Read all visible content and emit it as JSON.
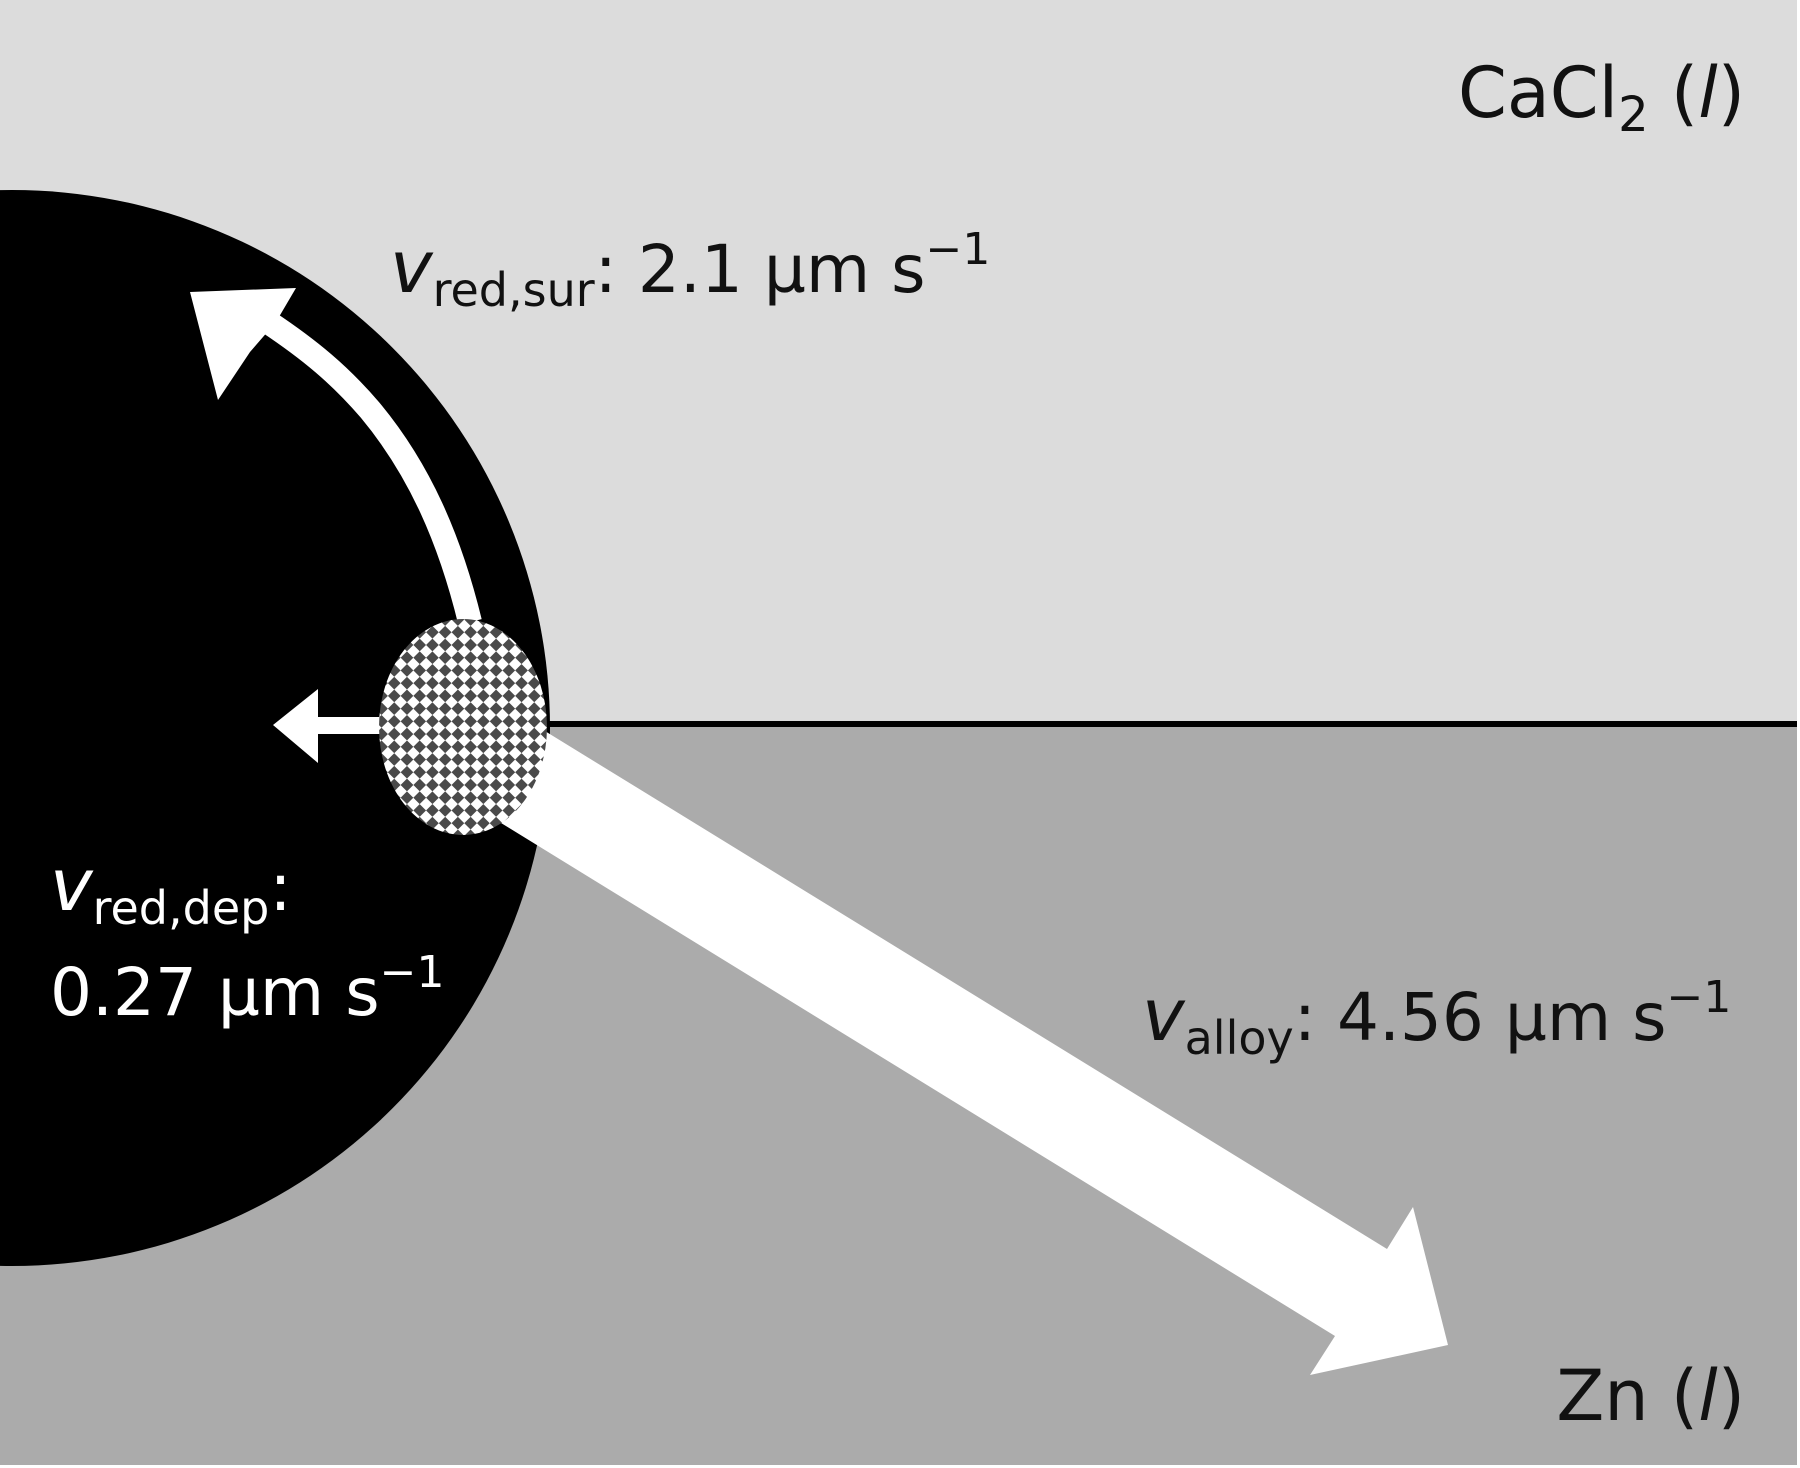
{
  "colors": {
    "upper_phase": "#dcdcdc",
    "lower_phase": "#ababab",
    "particle": "#000000",
    "interface_line": "#000000",
    "arrows": "#ffffff",
    "alloy_pattern_dark": "#4a4a4a",
    "alloy_pattern_light": "#ffffff",
    "text_dark": "#111111",
    "text_light": "#ffffff"
  },
  "phases": {
    "upper": {
      "name": "CaCl",
      "subscript": "2",
      "state_open": " (",
      "state": "l",
      "state_close": ")"
    },
    "lower": {
      "name": "Zn",
      "state_open": " (",
      "state": "l",
      "state_close": ")"
    }
  },
  "rates": {
    "surface": {
      "symbol": "v",
      "subscript": "red,sur",
      "sep": ": ",
      "value": "2.1",
      "unit": " µm s",
      "exponent": "−1"
    },
    "deposit": {
      "symbol": "v",
      "subscript": "red,dep",
      "sep": ":",
      "value": "0.27",
      "unit": " µm s",
      "exponent": "−1"
    },
    "alloy": {
      "symbol": "v",
      "subscript": "alloy",
      "sep": ": ",
      "value": "4.56",
      "unit": " µm s",
      "exponent": "−1"
    }
  },
  "elements": {
    "particle": "black particle (partially immersed sphere)",
    "alloy_region": "checkered alloy region at triple junction"
  }
}
